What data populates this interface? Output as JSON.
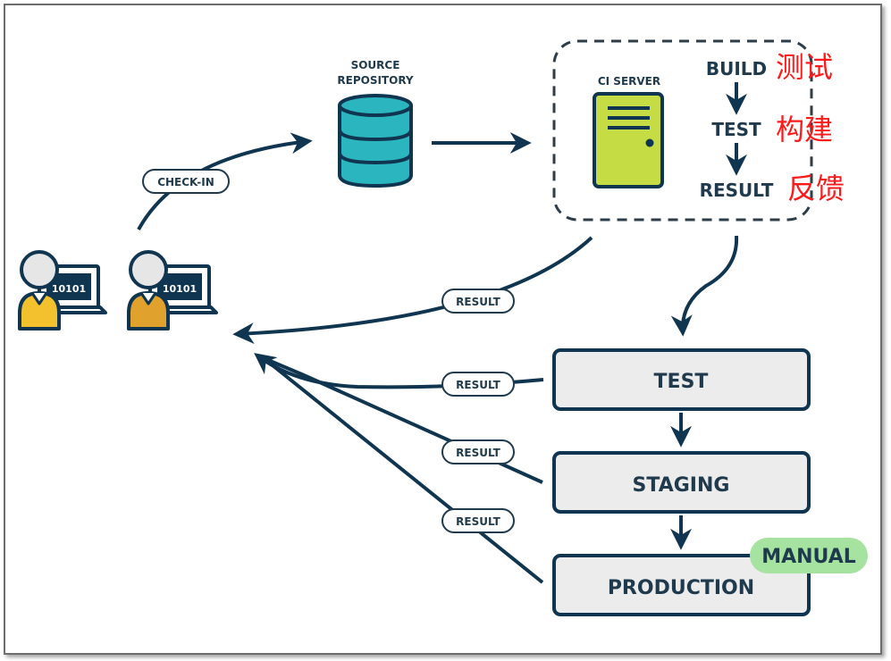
{
  "colors": {
    "ink": "#0f3550",
    "label_text": "#1f3a4d",
    "repo_fill": "#2bb5bf",
    "server_fill": "#c5dc45",
    "dev1_shirt": "#f3c02e",
    "dev2_shirt": "#e0a22c",
    "head_fill": "#e6e6e6",
    "stage_fill": "#ececec",
    "manual_fill": "#a6e3a1",
    "annotation_red": "#ff1a1a"
  },
  "developers": [
    {
      "name": "developer-1",
      "screen_text": "10101",
      "icon": "developer-laptop-icon"
    },
    {
      "name": "developer-2",
      "screen_text": "10101",
      "icon": "developer-laptop-icon"
    }
  ],
  "edges": {
    "check_in": "CHECK-IN",
    "result": "RESULT"
  },
  "source_repository": {
    "title_line1": "SOURCE",
    "title_line2": "REPOSITORY",
    "icon": "database-icon"
  },
  "ci_server": {
    "title": "CI SERVER",
    "icon": "server-icon",
    "steps": [
      "BUILD",
      "TEST",
      "RESULT"
    ]
  },
  "annotations": [
    "测试",
    "构建",
    "反馈"
  ],
  "pipeline": {
    "stages": [
      "TEST",
      "STAGING",
      "PRODUCTION"
    ],
    "manual_badge": "MANUAL"
  }
}
